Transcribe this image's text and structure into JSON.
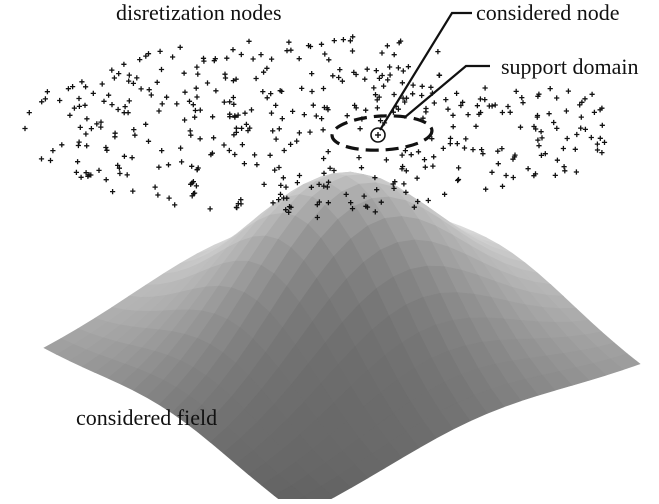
{
  "labels": {
    "nodes": "disretization nodes",
    "node": "considered node",
    "domain": "support domain",
    "field": "considered field"
  },
  "colors": {
    "ink": "#111111",
    "surface_light": "#f4f4f4",
    "surface_dark": "#151515"
  },
  "icons": {
    "node_marker": "plus-marker-icon"
  }
}
